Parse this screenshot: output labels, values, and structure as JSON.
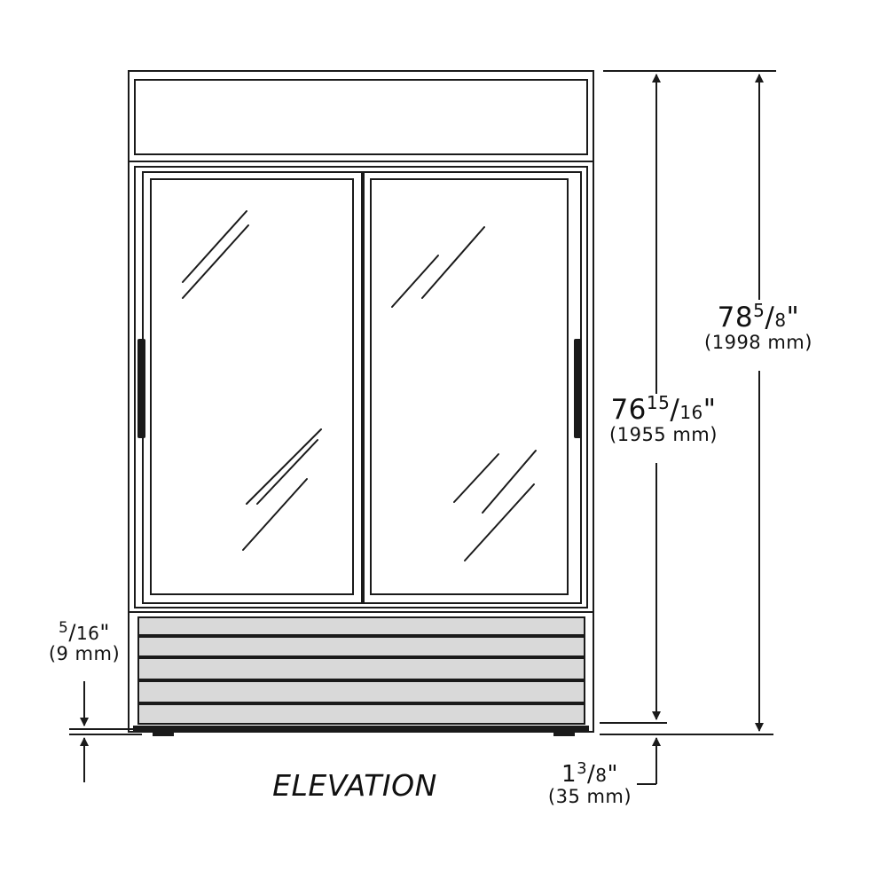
{
  "caption": "ELEVATION",
  "dimensions": {
    "overall_height": {
      "whole": "78",
      "num": "5",
      "den": "8",
      "mark": "\"",
      "metric": "(1998 mm)"
    },
    "body_height": {
      "whole": "76",
      "num": "15",
      "den": "16",
      "mark": "\"",
      "metric": "(1955 mm)"
    },
    "bottom_gap": {
      "whole": "",
      "num": "5",
      "den": "16",
      "mark": "\"",
      "metric": "(9 mm)"
    },
    "leg_height": {
      "whole": "1",
      "num": "3",
      "den": "8",
      "mark": "\"",
      "metric": "(35 mm)"
    }
  },
  "colors": {
    "line": "#1a1a1a",
    "panel": "#d9d9d9",
    "background": "#ffffff"
  }
}
